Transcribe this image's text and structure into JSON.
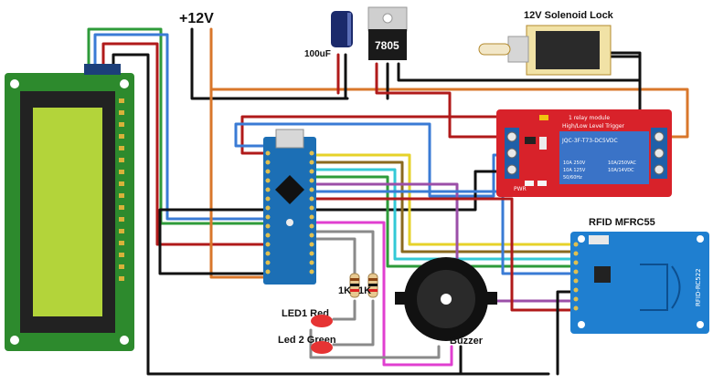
{
  "labels": {
    "supply": "+12V",
    "capacitor": "100uF",
    "regulator": "7805",
    "lock": "12V Solenoid Lock",
    "rfid": "RFID MFRC55",
    "led1": "LED1 Red",
    "led2": "Led 2 Green",
    "buzzer": "Buzzer",
    "r1": "1K",
    "r2": "1K"
  },
  "relay_text": {
    "title": "1 relay module",
    "trigger": "High/Low Level Trigger",
    "part": "JQC-3F-T73-DC5VDC",
    "rating1": "10A 250V",
    "rating2": "10A 125V",
    "rating3": "10A/250VAC",
    "rating4": "10A/14VDC",
    "freq": "50/60Hz",
    "pwr": "PWR"
  },
  "rfid_text": {
    "model": "RFID-RC522"
  },
  "colors": {
    "wire_black": "#111111",
    "wire_red": "#b01a1a",
    "wire_orange": "#d9772b",
    "wire_blue": "#3a7bd5",
    "wire_green": "#2e9b3a",
    "wire_yellow": "#e6d229",
    "wire_brown": "#8a6a1f",
    "wire_purple": "#9b4fa8",
    "wire_magenta": "#e03fd0",
    "wire_cyan": "#33c9d6",
    "wire_gray": "#8a8a8a",
    "lcd_board": "#2d8a2d",
    "lcd_screen": "#b3d43a",
    "nano_board": "#1c6fb5",
    "relay_board": "#d8222a",
    "rfid_board": "#1f7fd0"
  }
}
